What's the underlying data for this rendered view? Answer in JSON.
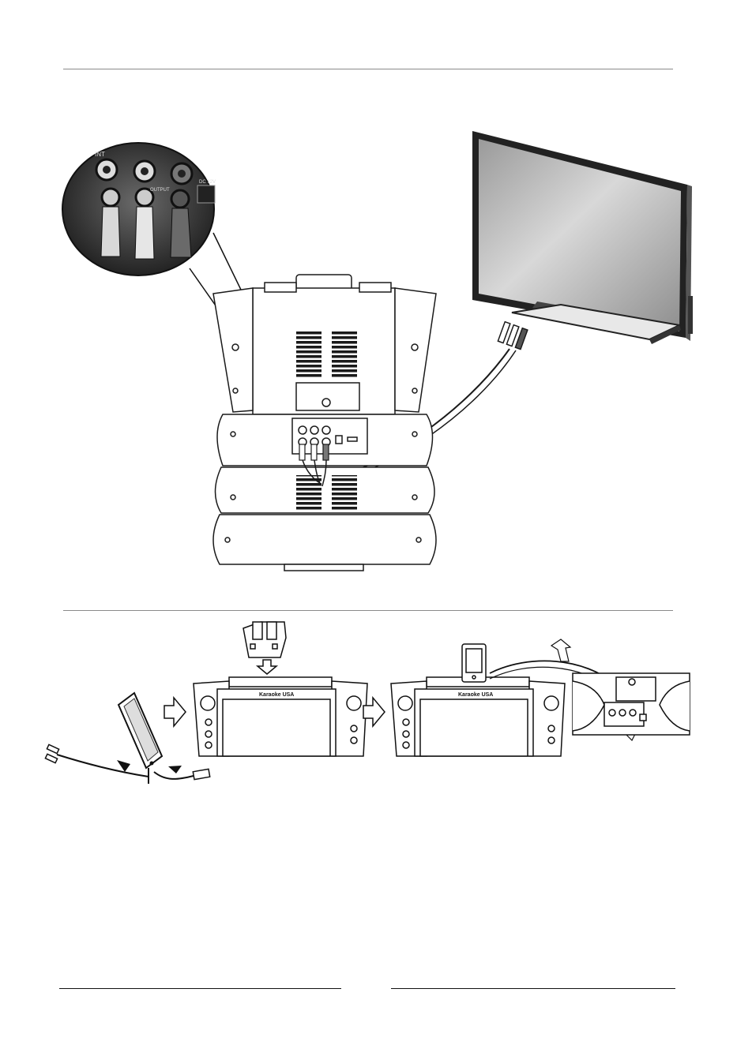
{
  "figure_top": {
    "inset_jack_labels": {
      "top_left": "INT",
      "middle": "OUTPUT",
      "dc_jack": "DC 12V"
    }
  },
  "figure_bottom": {
    "brand_label": "Karaoke USA"
  },
  "icons": [
    "tv-icon",
    "karaoke-machine-rear-icon",
    "rca-cable-icon",
    "ipod-dock-icon",
    "tablet-icon",
    "usb-plug-icon",
    "right-arrow-icon",
    "down-arrow-icon"
  ],
  "colors": {
    "line": "#1a1a1a",
    "fill": "#ffffff",
    "screen": "#c8c8c8",
    "inset": "#3a3a3a"
  }
}
